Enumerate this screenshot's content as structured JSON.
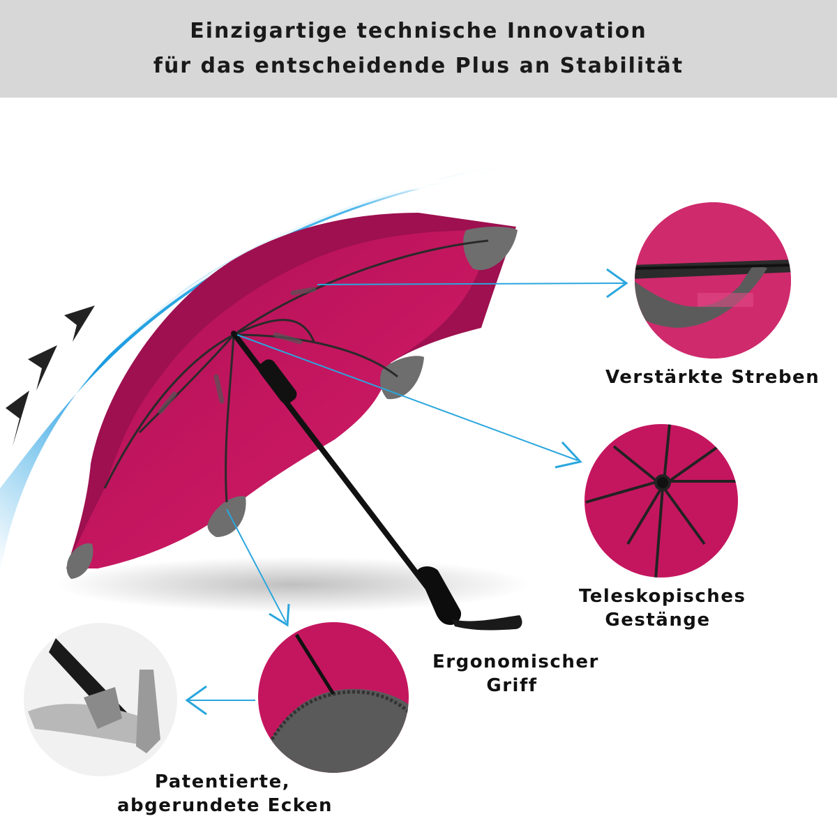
{
  "header": {
    "line1": "Einzigartige technische Innovation",
    "line2": "für das entscheidende Plus an Stabilität"
  },
  "labels": {
    "reinforced_ribs": "Verstärkte Streben",
    "telescopic_line1": "Teleskopisches",
    "telescopic_line2": "Gestänge",
    "grip_line1": "Ergonomischer",
    "grip_line2": "Griff",
    "corners_line1": "Patentierte,",
    "corners_line2": "abgerundete Ecken"
  },
  "colors": {
    "canopy": "#c4165f",
    "canopy_dark": "#9e1050",
    "tip_gray": "#6e6e6e",
    "arrow_blue": "#2aa6dd",
    "wind_blue": "#1a9be0",
    "header_bg": "#d7d7d7"
  }
}
